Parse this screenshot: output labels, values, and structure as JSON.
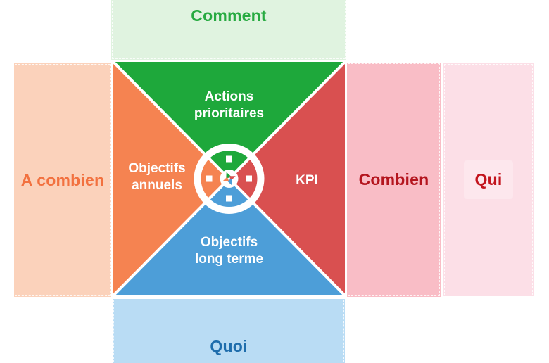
{
  "diagram_title": "Strategy compass matrix (French)",
  "banners": {
    "top": {
      "label": "Comment"
    },
    "left": {
      "label": "A combien"
    },
    "combien": {
      "label": "Combien"
    },
    "qui": {
      "label": "Qui"
    },
    "bottom": {
      "label": "Quoi"
    }
  },
  "matrix": {
    "top": {
      "line1": "Actions",
      "line2": "prioritaires"
    },
    "left": {
      "line1": "Objectifs",
      "line2": "annuels"
    },
    "right": {
      "line1": "KPI",
      "line2": ""
    },
    "bottom": {
      "line1": "Objectifs",
      "line2": "long terme"
    }
  },
  "icons": {
    "center": "compass-icon",
    "cardinal_markers": "compass-cardinal-dots"
  },
  "colors": {
    "green_triangle": "#1ea83b",
    "green_banner_bg": "#e0f3e0",
    "green_text": "#27aa41",
    "orange_triangle": "#f58351",
    "orange_banner_bg": "#fbd2bb",
    "orange_text": "#f2713f",
    "red_triangle": "#d95050",
    "pink_banner_bg": "#f9bdc6",
    "pink_light_banner_bg": "#fcdfe7",
    "dark_red_text": "#b4151e",
    "blue_triangle": "#4d9ed8",
    "blue_banner_bg": "#b9dcf4",
    "blue_text": "#1e6dac",
    "divider_white": "#ffffff"
  }
}
